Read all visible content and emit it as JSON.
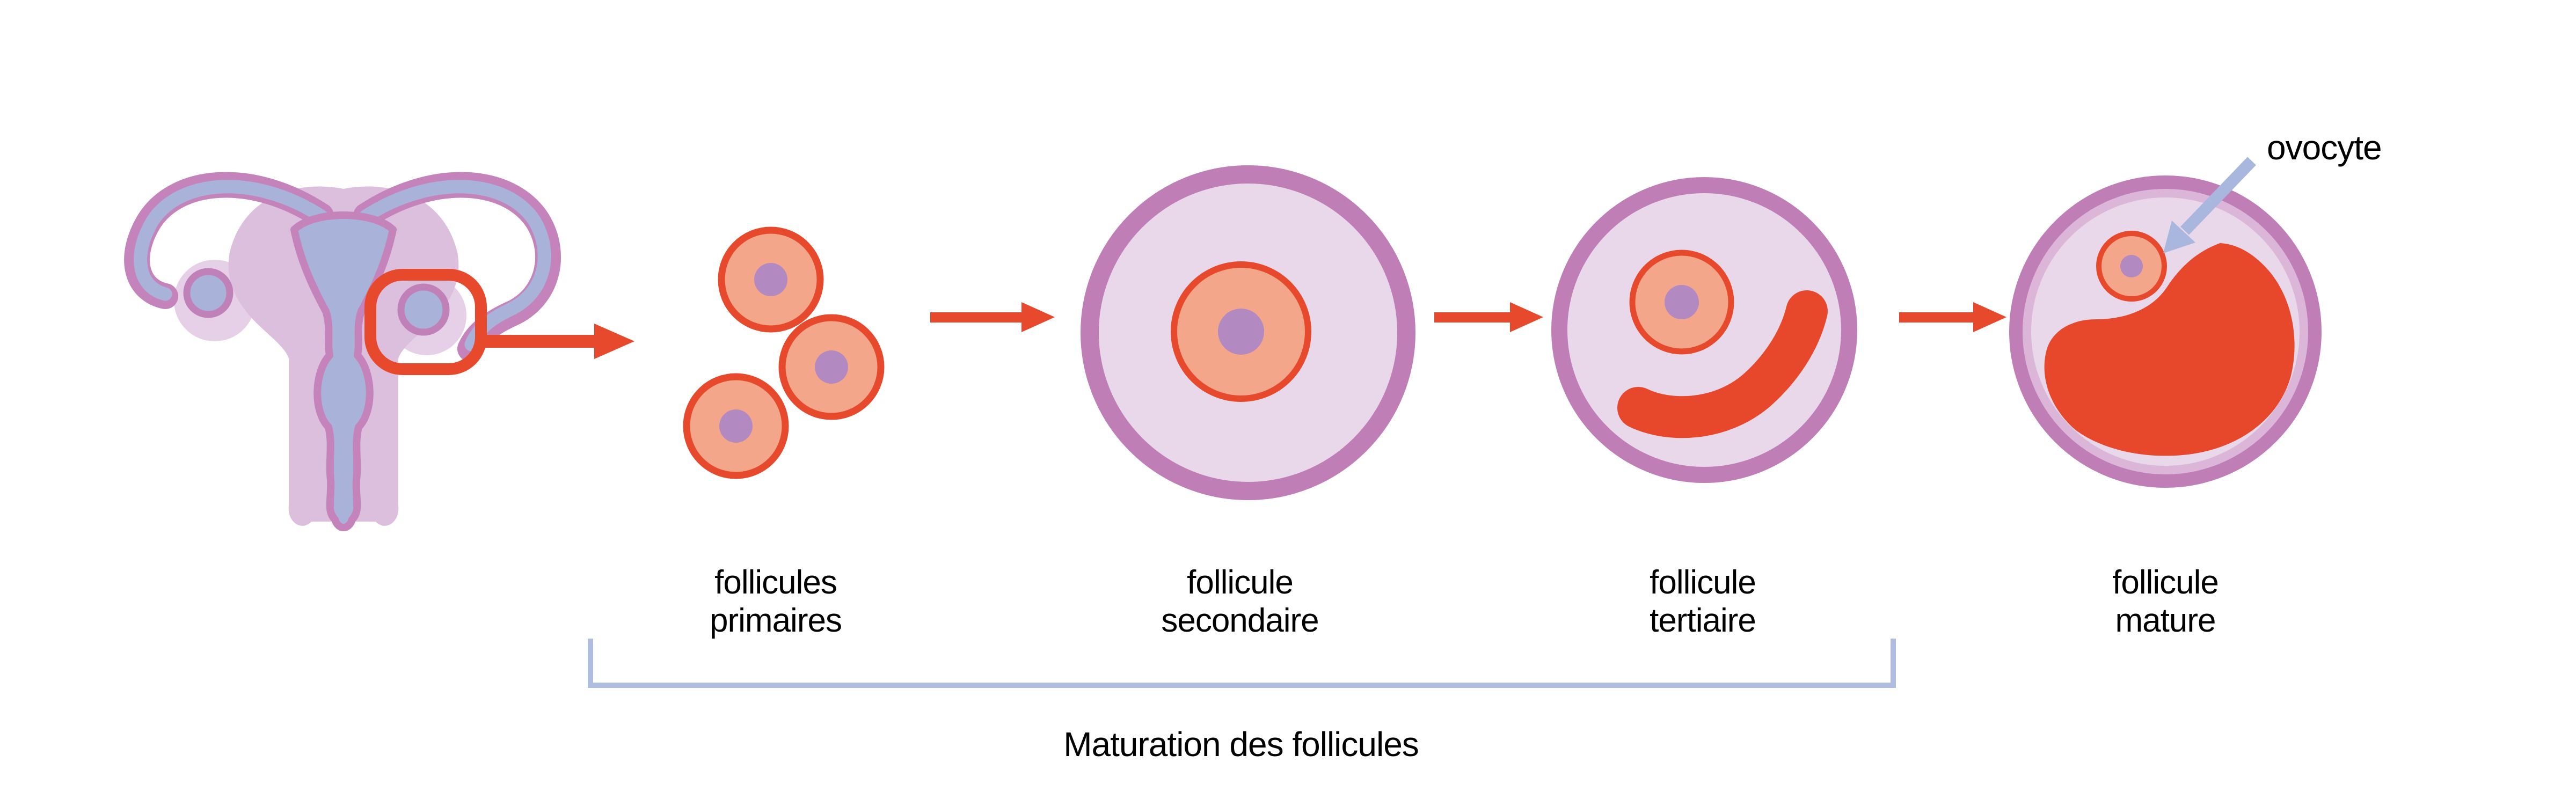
{
  "figure": {
    "type": "biology-diagram",
    "language": "fr",
    "background": "#ffffff"
  },
  "stages": [
    {
      "id": "primary",
      "line1": "follicules",
      "line2": "primaires"
    },
    {
      "id": "secondary",
      "line1": "follicule",
      "line2": "secondaire"
    },
    {
      "id": "tertiary",
      "line1": "follicule",
      "line2": "tertiaire"
    },
    {
      "id": "mature",
      "line1": "follicule",
      "line2": "mature"
    }
  ],
  "annotations": {
    "ovocyte_label": "ovocyte",
    "bracket_label": "Maturation des follicules"
  },
  "icons": {
    "flow_arrow": "right-arrow-icon",
    "ovocyte_pointer": "down-left-arrow-icon",
    "highlight_box": "rounded-rect-outline"
  },
  "colors": {
    "accent_red": "#e7492c",
    "salmon_cell": "#f3a689",
    "nucleus_purple": "#b289c1",
    "follicle_ring_purple": "#c07eb6",
    "follicle_fill": "#e9d8ea",
    "mature_inner_band": "#dbb6d9",
    "uterus_outline_purple": "#c583bb",
    "uterus_blue": "#a9b3da",
    "uterus_pink": "#dcbedd",
    "uterus_halo_pink": "#e6d0e7",
    "bracket_lavender": "#b1bce1",
    "pointer_lavender": "#a9b6dd",
    "text": "#000000"
  }
}
